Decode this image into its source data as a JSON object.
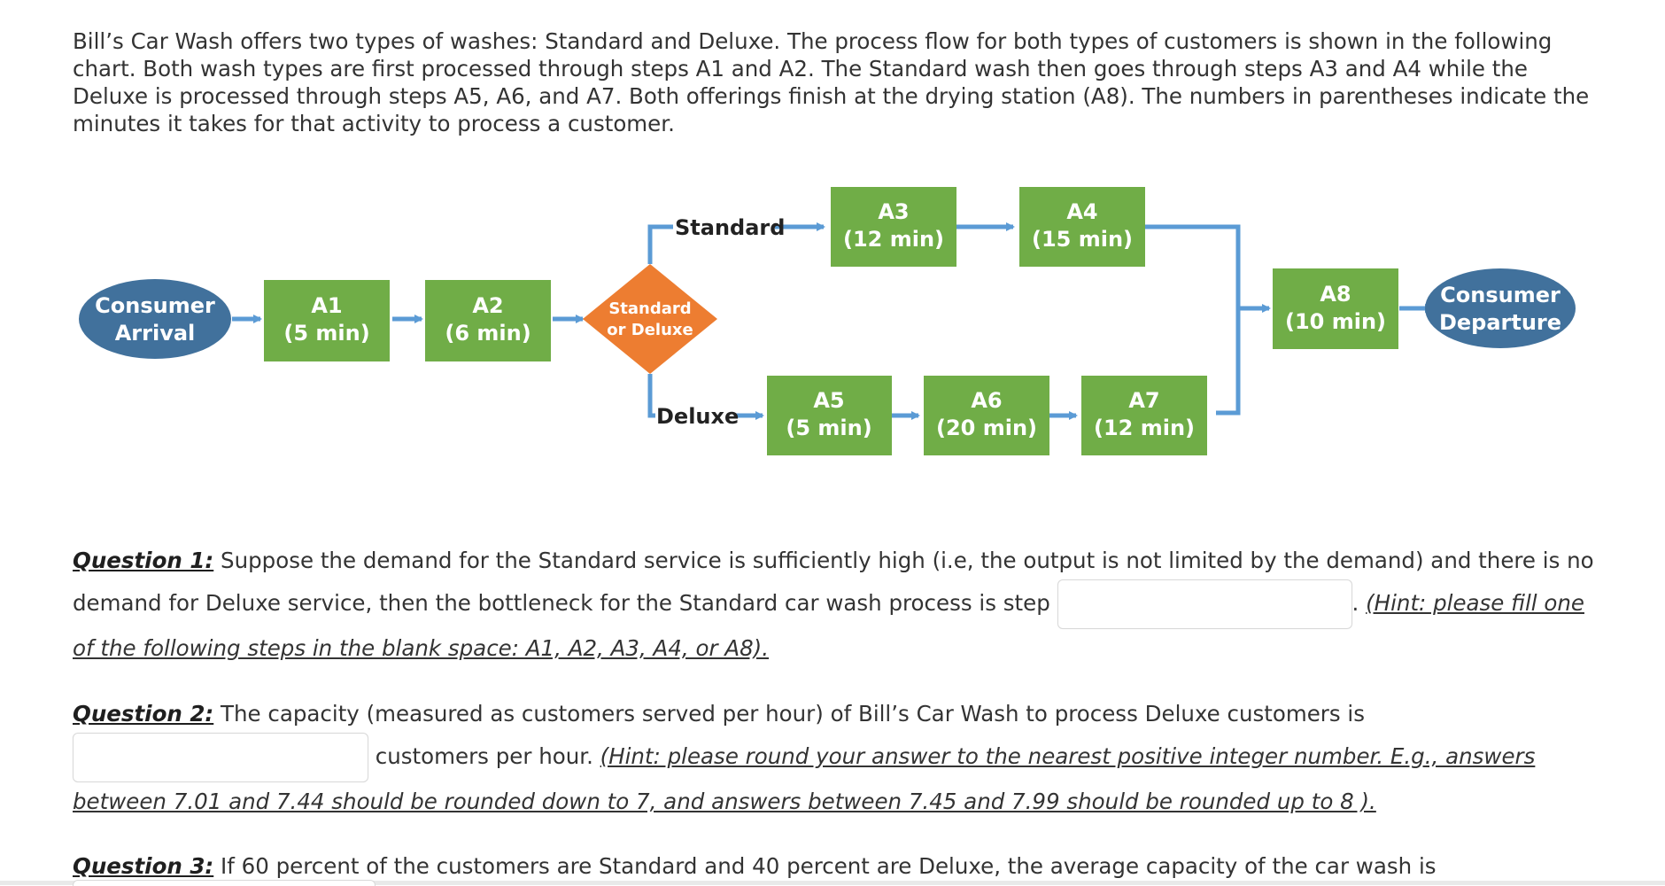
{
  "intro": "Bill’s Car Wash offers two types of washes: Standard and Deluxe. The process flow for both types of customers is shown in the following chart. Both wash types are first processed through steps A1 and A2. The Standard wash then goes through steps A3 and A4 while the Deluxe is processed through steps A5, A6, and A7. Both offerings finish at the drying station (A8). The numbers in parentheses indicate the minutes it takes for that activity to process a customer.",
  "diagram": {
    "arrival": [
      "Consumer",
      "Arrival"
    ],
    "departure": [
      "Consumer",
      "Departure"
    ],
    "decision": [
      "Standard",
      "or Deluxe"
    ],
    "branch_standard": "Standard",
    "branch_deluxe": "Deluxe",
    "steps": {
      "a1": {
        "name": "A1",
        "time": "(5 min)"
      },
      "a2": {
        "name": "A2",
        "time": "(6 min)"
      },
      "a3": {
        "name": "A3",
        "time": "(12 min)"
      },
      "a4": {
        "name": "A4",
        "time": "(15 min)"
      },
      "a5": {
        "name": "A5",
        "time": "(5 min)"
      },
      "a6": {
        "name": "A6",
        "time": "(20 min)"
      },
      "a7": {
        "name": "A7",
        "time": "(12 min)"
      },
      "a8": {
        "name": "A8",
        "time": "(10 min)"
      }
    },
    "colors": {
      "step": "#70ad47",
      "terminal": "#41719c",
      "decision": "#ed7d31",
      "arrow": "#5b9bd5"
    }
  },
  "q1": {
    "label": "Question 1:",
    "text_before": " Suppose the demand for the Standard service is sufficiently high (i.e, the output is not limited by the demand) and there is no demand for Deluxe service, then the bottleneck for the Standard car wash process is step ",
    "text_after": ". ",
    "hint": "(Hint: please fill one of the following steps in the blank space: A1, A2, A3, A4, or A8).",
    "answer_value": ""
  },
  "q2": {
    "label": "Question 2:",
    "text_before": " The capacity (measured as customers served per hour) of Bill’s Car Wash to process Deluxe customers is",
    "text_after": " customers per hour. ",
    "hint": "(Hint: please round your answer to the nearest positive integer number. E.g., answers between 7.01 and 7.44 should be rounded down to 7, and answers between 7.45 and 7.99 should be rounded up to 8 ).",
    "answer_value": ""
  },
  "q3": {
    "label": "Question 3:",
    "text_before": " If 60 percent of the customers are Standard and 40 percent are Deluxe, the average capacity of the car wash is"
  }
}
